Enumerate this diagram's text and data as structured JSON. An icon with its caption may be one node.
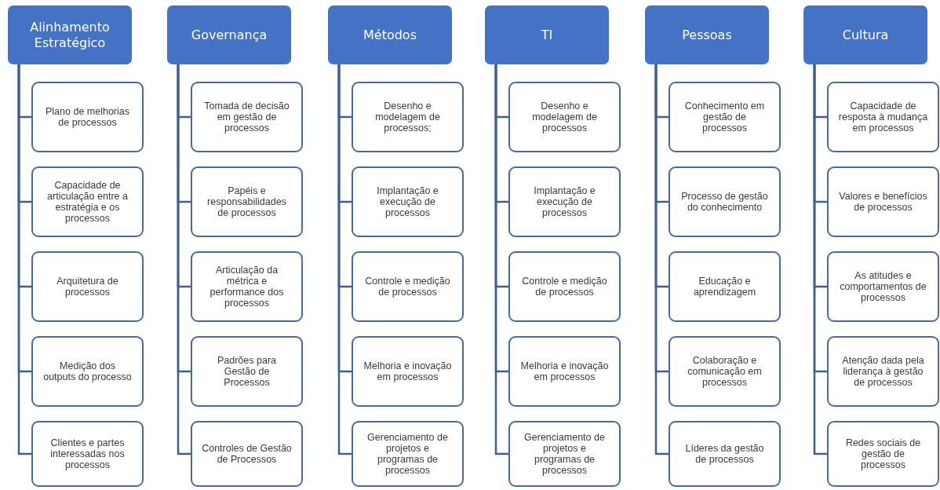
{
  "diagram": {
    "nodes": [
      {
        "text": [
          "Alinhamento Estratégico"
        ]
      },
      {
        "text": [
          "Plano de melhorias de processos"
        ]
      },
      {
        "text": [
          "Capacidade de articulação entre a estratégia e os processos"
        ]
      },
      {
        "text": [
          "Arquitetura de processos"
        ]
      },
      {
        "text": [
          "Medição dos outputs do processo"
        ]
      },
      {
        "text": [
          "Clientes e partes interessadas nos processos"
        ]
      },
      {
        "text": [
          "Governança"
        ]
      },
      {
        "text": [
          "Tomada de decisão em gestão de processos"
        ]
      },
      {
        "text": [
          "Papéis e responsabilidades de processos"
        ]
      },
      {
        "text": [
          "Articulação da métrica e performance dos processos"
        ]
      },
      {
        "text": [
          "Padrões para Gestão de Processos"
        ]
      },
      {
        "text": [
          "Controles de Gestão de Processos"
        ]
      },
      {
        "text": [
          "Métodos"
        ]
      },
      {
        "text": [
          "Desenho e modelagem de processos;"
        ]
      },
      {
        "text": [
          "Implantação e execução de processos"
        ]
      },
      {
        "text": [
          "Controle e medição de processos"
        ]
      },
      {
        "text": [
          "Melhoria e inovação em processos"
        ]
      },
      {
        "text": [
          "Gerenciamento de projetos e programas de processos"
        ]
      },
      {
        "text": [
          "TI"
        ]
      },
      {
        "text": [
          "Desenho e modelagem de processos"
        ]
      },
      {
        "text": [
          "Implantação e execução de processos"
        ]
      },
      {
        "text": [
          "Controle e medição de processos"
        ]
      },
      {
        "text": [
          "Melhoria e inovação em processos"
        ]
      },
      {
        "text": [
          "Gerenciamento de projetos e programas de processos"
        ]
      },
      {
        "text": [
          "Pessoas"
        ]
      },
      {
        "text": [
          "Conhecimento em gestão de processos"
        ]
      },
      {
        "text": [
          "Processo de gestão do conhecimento"
        ]
      },
      {
        "text": [
          "Educação e aprendizagem"
        ]
      },
      {
        "text": [
          "Colaboração e comunicação em processos"
        ]
      },
      {
        "text": [
          "Líderes da gestão de processos"
        ]
      },
      {
        "text": [
          "Cultura"
        ]
      },
      {
        "text": [
          "Capacidade de resposta à mudança em processos"
        ]
      },
      {
        "text": [
          "Valores e benefícios de processos"
        ]
      },
      {
        "text": [
          "As atitudes e comportamentos de processos"
        ]
      },
      {
        "text": [
          "Atenção dada pela liderança à gestão de processos"
        ]
      },
      {
        "text": [
          "Redes sociais de gestão de processos"
        ]
      }
    ],
    "edges": [
      {
        "from": 0,
        "to": 1,
        "arrow": "none"
      },
      {
        "from": 0,
        "to": 2,
        "arrow": "none"
      },
      {
        "from": 0,
        "to": 3,
        "arrow": "none"
      },
      {
        "from": 0,
        "to": 4,
        "arrow": "none"
      },
      {
        "from": 0,
        "to": 5,
        "arrow": "none"
      },
      {
        "from": 6,
        "to": 7,
        "arrow": "none"
      },
      {
        "from": 6,
        "to": 8,
        "arrow": "none"
      },
      {
        "from": 6,
        "to": 9,
        "arrow": "none"
      },
      {
        "from": 6,
        "to": 10,
        "arrow": "none"
      },
      {
        "from": 6,
        "to": 11,
        "arrow": "none"
      },
      {
        "from": 12,
        "to": 13,
        "arrow": "none"
      },
      {
        "from": 12,
        "to": 14,
        "arrow": "none"
      },
      {
        "from": 12,
        "to": 15,
        "arrow": "none"
      },
      {
        "from": 12,
        "to": 16,
        "arrow": "none"
      },
      {
        "from": 12,
        "to": 17,
        "arrow": "none"
      },
      {
        "from": 18,
        "to": 19,
        "arrow": "none"
      },
      {
        "from": 18,
        "to": 20,
        "arrow": "none"
      },
      {
        "from": 18,
        "to": 21,
        "arrow": "none"
      },
      {
        "from": 18,
        "to": 22,
        "arrow": "none"
      },
      {
        "from": 18,
        "to": 23,
        "arrow": "none"
      },
      {
        "from": 24,
        "to": 25,
        "arrow": "none"
      },
      {
        "from": 24,
        "to": 26,
        "arrow": "none"
      },
      {
        "from": 24,
        "to": 27,
        "arrow": "none"
      },
      {
        "from": 24,
        "to": 28,
        "arrow": "none"
      },
      {
        "from": 24,
        "to": 29,
        "arrow": "none"
      },
      {
        "from": 30,
        "to": 31,
        "arrow": "none"
      },
      {
        "from": 30,
        "to": 32,
        "arrow": "none"
      },
      {
        "from": 30,
        "to": 33,
        "arrow": "none"
      },
      {
        "from": 30,
        "to": 34,
        "arrow": "none"
      },
      {
        "from": 30,
        "to": 35,
        "arrow": "none"
      }
    ]
  }
}
